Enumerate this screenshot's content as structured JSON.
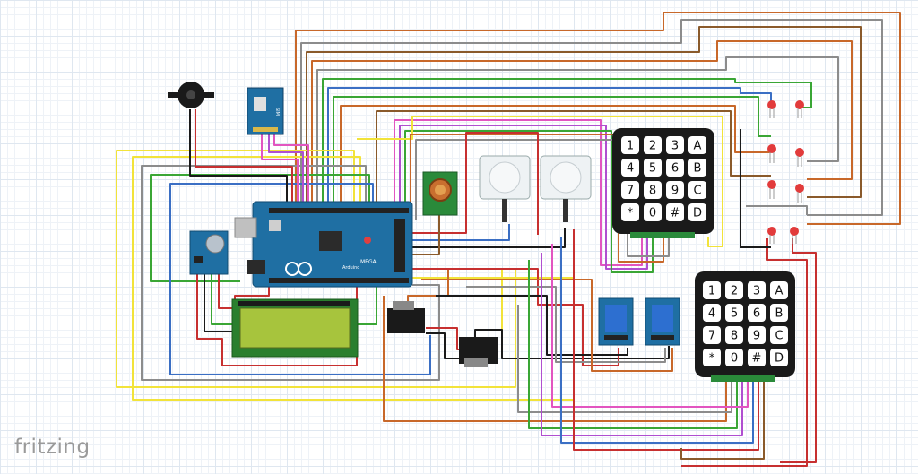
{
  "app": {
    "brand": "fritzing"
  },
  "arduino": {
    "logo": "MEGA",
    "sub": "Arduino"
  },
  "sim_module": {
    "label": "SIM"
  },
  "keypads": [
    {
      "keys": [
        "1",
        "2",
        "3",
        "A",
        "4",
        "5",
        "6",
        "B",
        "7",
        "8",
        "9",
        "C",
        "*",
        "0",
        "#",
        "D"
      ]
    },
    {
      "keys": [
        "1",
        "2",
        "3",
        "A",
        "4",
        "5",
        "6",
        "B",
        "7",
        "8",
        "9",
        "C",
        "*",
        "0",
        "#",
        "D"
      ]
    }
  ],
  "colors": {
    "yellow": "#f2e33a",
    "orange": "#c8682a",
    "brown": "#8a5a2b",
    "green": "#3aa635",
    "blue": "#3b6fc4",
    "purple": "#b04fd0",
    "magenta": "#e255c0",
    "red": "#c73030",
    "black": "#1a1a1a",
    "gray": "#8c8c8c",
    "board": "#1f6fa3"
  }
}
